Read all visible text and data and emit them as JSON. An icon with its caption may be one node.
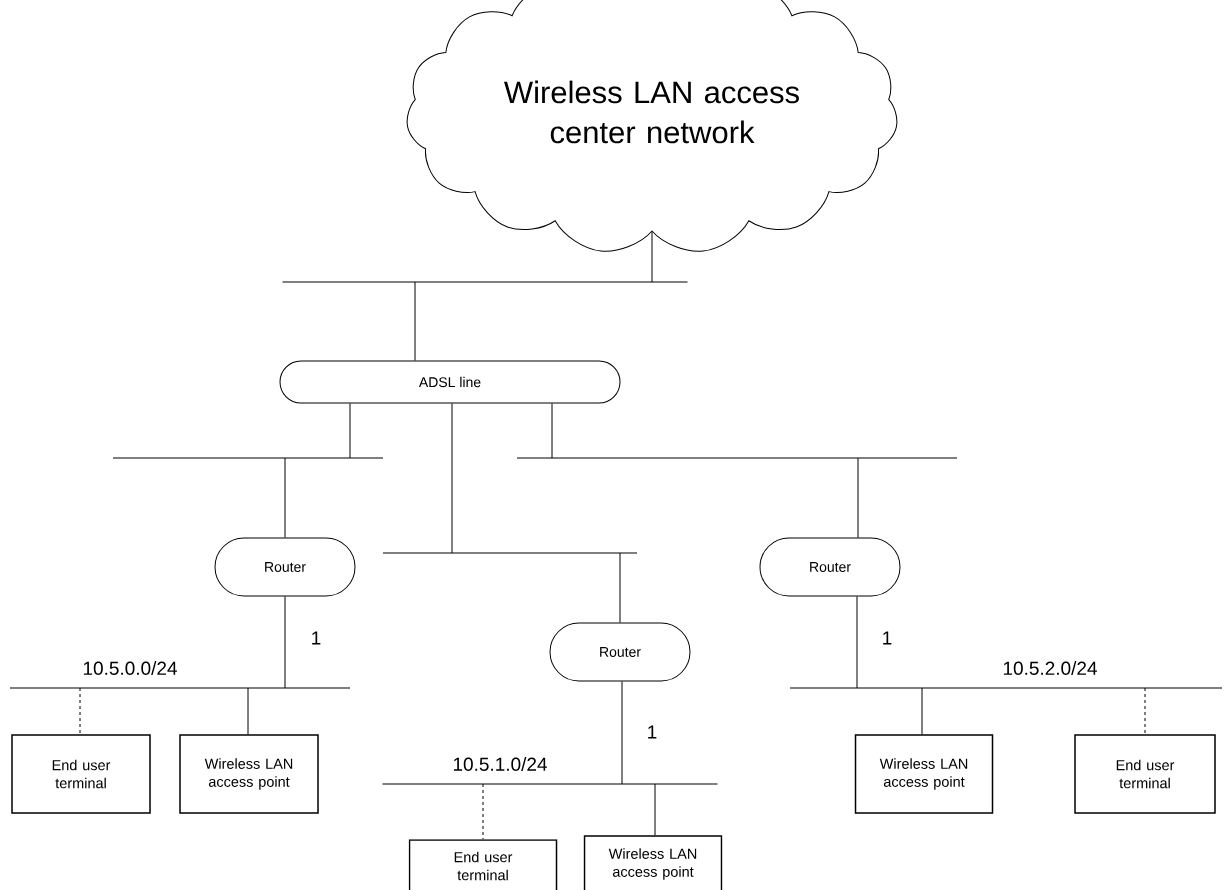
{
  "diagram": {
    "nodes": [
      {
        "text": [
          "Wireless LAN access center network"
        ]
      },
      {
        "text": [],
        "shape": "bar"
      },
      {
        "text": [
          "ADSL line"
        ]
      },
      {
        "text": [],
        "shape": "bar"
      },
      {
        "text": [],
        "shape": "bar"
      },
      {
        "text": [],
        "shape": "bar"
      },
      {
        "text": [
          "Router"
        ]
      },
      {
        "text": [
          "Router"
        ]
      },
      {
        "text": [
          "Router"
        ]
      },
      {
        "text": [],
        "shape": "bar",
        "beside": [
          "10.5.0.0/24"
        ]
      },
      {
        "text": [],
        "shape": "bar",
        "beside": [
          "10.5.1.0/24"
        ]
      },
      {
        "text": [],
        "shape": "bar",
        "beside": [
          "10.5.2.0/24"
        ]
      },
      {
        "text": [
          "End user terminal"
        ]
      },
      {
        "text": [
          "Wireless LAN access point"
        ]
      },
      {
        "text": [
          "End user terminal"
        ]
      },
      {
        "text": [
          "Wireless LAN access point"
        ]
      },
      {
        "text": [
          "Wireless LAN access point"
        ]
      },
      {
        "text": [
          "End user terminal"
        ]
      }
    ],
    "edges": [
      {
        "from": 0,
        "to": 1,
        "arrow": "none"
      },
      {
        "from": 1,
        "to": 2,
        "arrow": "none"
      },
      {
        "from": 2,
        "to": 3,
        "arrow": "none"
      },
      {
        "from": 2,
        "to": 4,
        "arrow": "none"
      },
      {
        "from": 2,
        "to": 5,
        "arrow": "none"
      },
      {
        "from": 3,
        "to": 6,
        "arrow": "none"
      },
      {
        "from": 4,
        "to": 7,
        "arrow": "none"
      },
      {
        "from": 5,
        "to": 8,
        "arrow": "none"
      },
      {
        "from": 6,
        "to": 9,
        "arrow": "none",
        "label": "1"
      },
      {
        "from": 7,
        "to": 10,
        "arrow": "none",
        "label": "1"
      },
      {
        "from": 8,
        "to": 11,
        "arrow": "none",
        "label": "1"
      },
      {
        "from": 9,
        "to": 12,
        "arrow": "none",
        "style": "dashed"
      },
      {
        "from": 9,
        "to": 13,
        "arrow": "none"
      },
      {
        "from": 10,
        "to": 14,
        "arrow": "none",
        "style": "dashed"
      },
      {
        "from": 10,
        "to": 15,
        "arrow": "none"
      },
      {
        "from": 11,
        "to": 16,
        "arrow": "none"
      },
      {
        "from": 11,
        "to": 17,
        "arrow": "none",
        "style": "dashed"
      }
    ]
  }
}
